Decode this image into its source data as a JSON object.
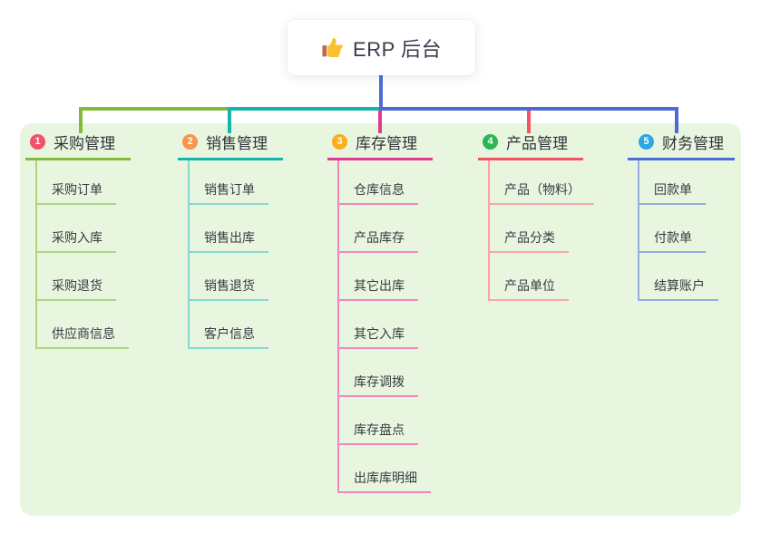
{
  "root": {
    "label": "ERP 后台",
    "icon": "thumbs-up-icon"
  },
  "colors": {
    "panel_bg": "#e8f6df",
    "card_bg": "#ffffff",
    "root_text": "#3b3b4d",
    "root_connector": "#4a6cd4"
  },
  "branches": [
    {
      "index": "1",
      "label": "采购管理",
      "badge_color": "#f4506b",
      "line_color": "#82ba3e",
      "light_line_color": "#aed584",
      "children": [
        "采购订单",
        "采购入库",
        "采购退货",
        "供应商信息"
      ]
    },
    {
      "index": "2",
      "label": "销售管理",
      "badge_color": "#f8964b",
      "line_color": "#14b5ae",
      "light_line_color": "#84d8d1",
      "children": [
        "销售订单",
        "销售出库",
        "销售退货",
        "客户信息"
      ]
    },
    {
      "index": "3",
      "label": "库存管理",
      "badge_color": "#fbae1c",
      "line_color": "#e23a8e",
      "light_line_color": "#f088bf",
      "children": [
        "仓库信息",
        "产品库存",
        "其它出库",
        "其它入库",
        "库存调拨",
        "库存盘点",
        "出库库明细"
      ]
    },
    {
      "index": "4",
      "label": "产品管理",
      "badge_color": "#2cb552",
      "line_color": "#f8515f",
      "light_line_color": "#fba3a9",
      "children": [
        "产品（物料）",
        "产品分类",
        "产品单位"
      ]
    },
    {
      "index": "5",
      "label": "财务管理",
      "badge_color": "#2ba7e8",
      "line_color": "#4a6cd4",
      "light_line_color": "#97abe2",
      "children": [
        "回款单",
        "付款单",
        "结算账户"
      ]
    }
  ]
}
